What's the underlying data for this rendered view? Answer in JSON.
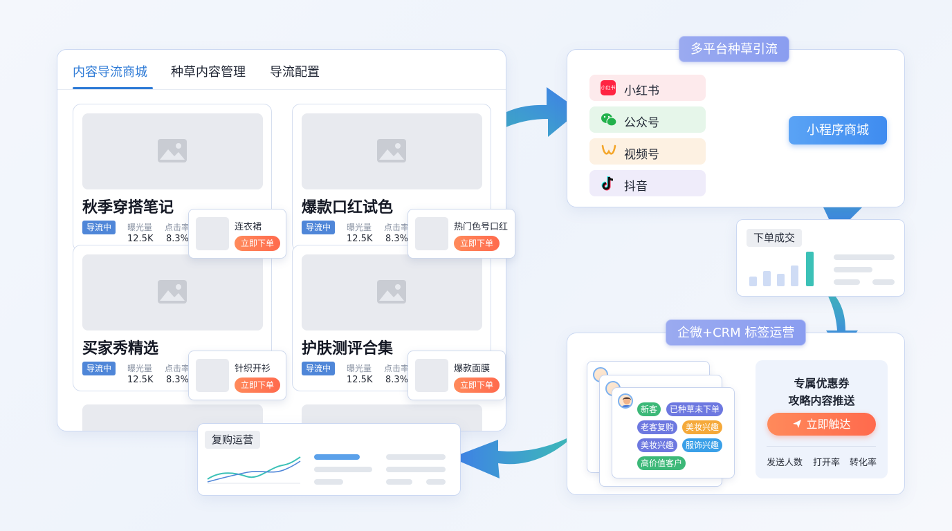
{
  "main": {
    "tabs": [
      "内容导流商城",
      "种草内容管理",
      "导流配置"
    ],
    "cards": [
      {
        "title": "秋季穿搭笔记",
        "badge": "导流中",
        "stats": [
          {
            "label": "曝光量",
            "value": "12.5K"
          },
          {
            "label": "点击率",
            "value": "8.3%"
          }
        ],
        "product": {
          "name": "连衣裙",
          "buy_label": "立即下单"
        }
      },
      {
        "title": "爆款口红试色",
        "badge": "导流中",
        "stats": [
          {
            "label": "曝光量",
            "value": "12.5K"
          },
          {
            "label": "点击率",
            "value": "8.3%"
          }
        ],
        "product": {
          "name": "热门色号口红",
          "buy_label": "立即下单"
        }
      },
      {
        "title": "买家秀精选",
        "badge": "导流中",
        "stats": [
          {
            "label": "曝光量",
            "value": "12.5K"
          },
          {
            "label": "点击率",
            "value": "8.3%"
          }
        ],
        "product": {
          "name": "针织开衫",
          "buy_label": "立即下单"
        }
      },
      {
        "title": "护肤测评合集",
        "badge": "导流中",
        "stats": [
          {
            "label": "曝光量",
            "value": "12.5K"
          },
          {
            "label": "点击率",
            "value": "8.3%"
          }
        ],
        "product": {
          "name": "爆款面膜",
          "buy_label": "立即下单"
        }
      }
    ]
  },
  "platforms": {
    "title": "多平台种草引流",
    "items": [
      {
        "label": "小红书",
        "icon": "xiaohongshu-icon",
        "icon_text": "小红书",
        "color": "#ff2442"
      },
      {
        "label": "公众号",
        "icon": "wechat-icon",
        "color": "#22b14c"
      },
      {
        "label": "视频号",
        "icon": "channels-icon",
        "color": "#f4a62a"
      },
      {
        "label": "抖音",
        "icon": "douyin-icon",
        "color": "#111111"
      }
    ],
    "target": "小程序商城"
  },
  "order": {
    "title": "下单成交"
  },
  "crm": {
    "title": "企微+CRM 标签运营",
    "tags": [
      "新客",
      "已种草未下单",
      "老客复购",
      "美妆兴趣",
      "美妆兴趣",
      "服饰兴趣",
      "高价值客户"
    ],
    "coupon_line1": "专属优惠券",
    "coupon_line2": "攻略内容推送",
    "touch_button": "立即触达",
    "metrics": [
      "发送人数",
      "打开率",
      "转化率"
    ]
  },
  "repurchase": {
    "title": "复购运营"
  },
  "colors": {
    "accent": "#2d7ad6",
    "orange": "#ff6a4d",
    "arrow_start": "#3dbdb5",
    "arrow_end": "#3f7fe8"
  }
}
